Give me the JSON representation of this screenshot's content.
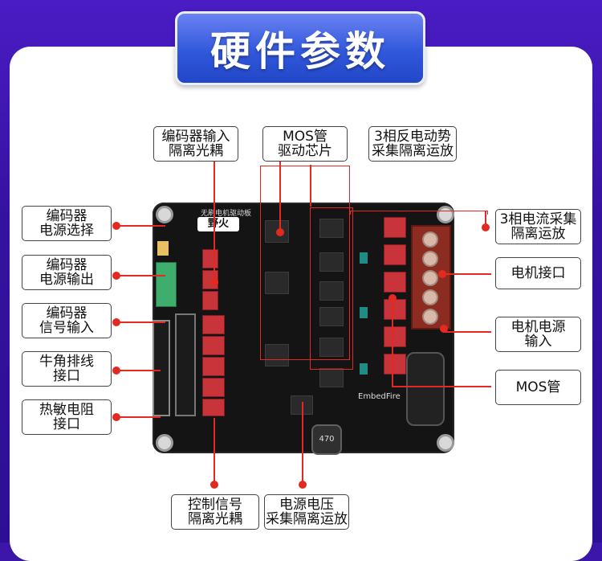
{
  "title": "硬件参数",
  "board": {
    "logo_text": "野火",
    "header_text": "无刷电机驱动板",
    "brand_text": "EmbedFire",
    "inductor_text": "470"
  },
  "labels": {
    "encoder_isolation": "编码器输入\n隔离光耦",
    "mos_driver": "MOS管\n驱动芯片",
    "back_emf": "3相反电动势\n采集隔离运放",
    "current_sense": "3相电流采集\n隔离运放",
    "motor_port": "电机接口",
    "motor_power": "电机电源\n输入",
    "mos_tube": "MOS管",
    "encoder_power_select": "编码器\n电源选择",
    "encoder_power_out": "编码器\n电源输出",
    "encoder_signal_in": "编码器\n信号输入",
    "ribbon_header": "牛角排线\n接口",
    "thermistor": "热敏电阻\n接口",
    "control_isolation": "控制信号\n隔离光耦",
    "voltage_sense": "电源电压\n采集隔离运放"
  }
}
